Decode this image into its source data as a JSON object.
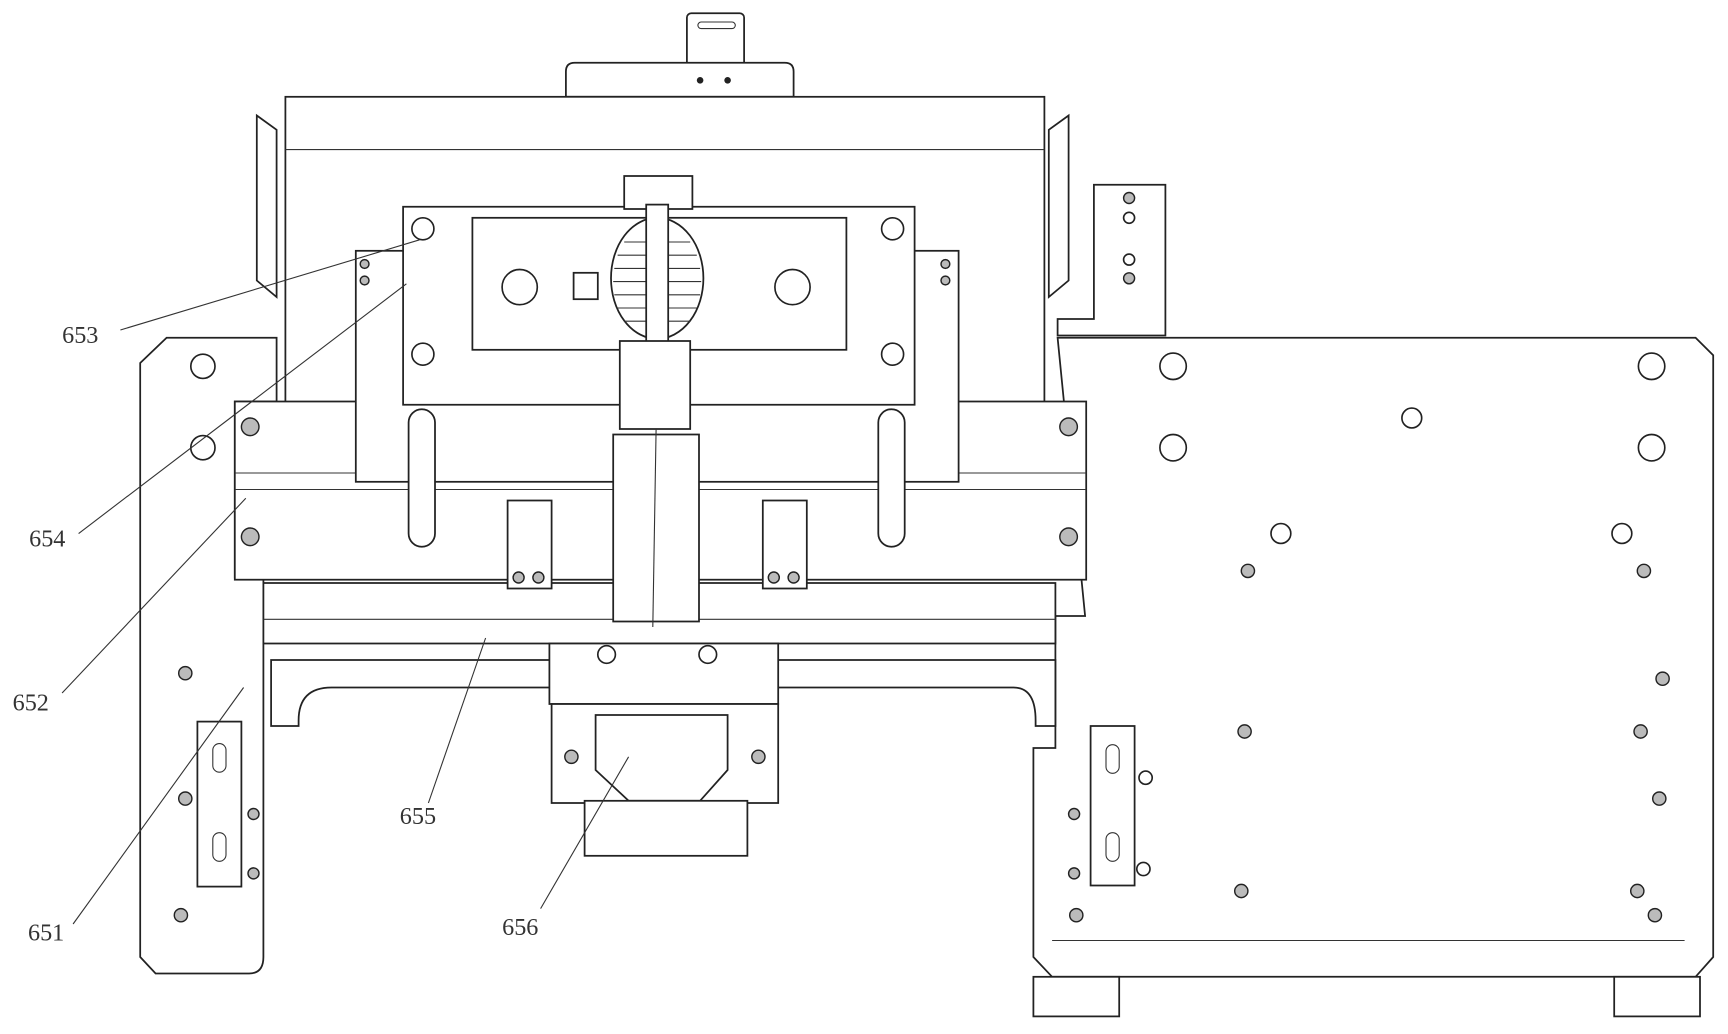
{
  "figure": {
    "labels": {
      "l651": "651",
      "l652": "652",
      "l653": "653",
      "l654": "654",
      "l655": "655",
      "l656": "656"
    },
    "line_color": "#222222",
    "background": "#ffffff"
  }
}
